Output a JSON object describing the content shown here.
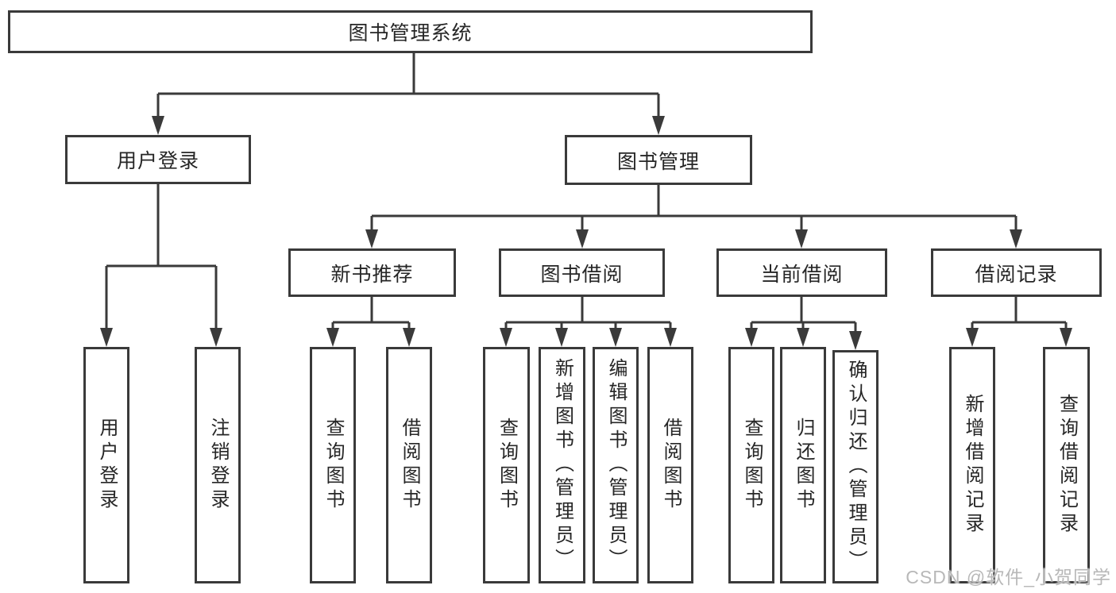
{
  "colors": {
    "line": "#3a3a3a",
    "text": "#262626",
    "watermark": "#b8b8b8",
    "background": "#ffffff"
  },
  "tree": {
    "label": "图书管理系统",
    "children": [
      {
        "label": "用户登录",
        "children": [
          {
            "label": "用户登录"
          },
          {
            "label": "注销登录"
          }
        ]
      },
      {
        "label": "图书管理",
        "children": [
          {
            "label": "新书推荐",
            "children": [
              {
                "label": "查询图书"
              },
              {
                "label": "借阅图书"
              }
            ]
          },
          {
            "label": "图书借阅",
            "children": [
              {
                "label": "查询图书"
              },
              {
                "label": "新增图书（管理员）"
              },
              {
                "label": "编辑图书（管理员）"
              },
              {
                "label": "借阅图书"
              }
            ]
          },
          {
            "label": "当前借阅",
            "children": [
              {
                "label": "查询图书"
              },
              {
                "label": "归还图书"
              },
              {
                "label": "确认归还（管理员）"
              }
            ]
          },
          {
            "label": "借阅记录",
            "children": [
              {
                "label": "新增借阅记录"
              },
              {
                "label": "查询借阅记录"
              }
            ]
          }
        ]
      }
    ]
  },
  "watermark": {
    "text": "CSDN @软件_小贺同学"
  }
}
